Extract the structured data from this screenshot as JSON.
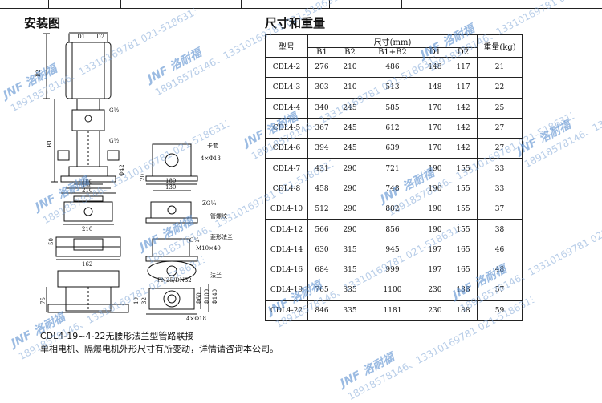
{
  "headings": {
    "installation": "安装图",
    "dimensions": "尺寸和重量"
  },
  "table": {
    "model_header": "型号",
    "size_header": "尺寸(mm)",
    "weight_header": "重量(kg)",
    "columns": [
      "B1",
      "B2",
      "B1+B2",
      "D1",
      "D2"
    ],
    "rows": [
      [
        "CDL4-2",
        "276",
        "210",
        "486",
        "148",
        "117",
        "21"
      ],
      [
        "CDL4-3",
        "303",
        "210",
        "513",
        "148",
        "117",
        "22"
      ],
      [
        "CDL4-4",
        "340",
        "245",
        "585",
        "170",
        "142",
        "25"
      ],
      [
        "CDL4-5",
        "367",
        "245",
        "612",
        "170",
        "142",
        "27"
      ],
      [
        "CDL4-6",
        "394",
        "245",
        "639",
        "170",
        "142",
        "27"
      ],
      [
        "CDL4-7",
        "431",
        "290",
        "721",
        "190",
        "155",
        "33"
      ],
      [
        "CDL4-8",
        "458",
        "290",
        "748",
        "190",
        "155",
        "33"
      ],
      [
        "CDL4-10",
        "512",
        "290",
        "802",
        "190",
        "155",
        "37"
      ],
      [
        "CDL4-12",
        "566",
        "290",
        "856",
        "190",
        "155",
        "38"
      ],
      [
        "CDL4-14",
        "630",
        "315",
        "945",
        "197",
        "165",
        "46"
      ],
      [
        "CDL4-16",
        "684",
        "315",
        "999",
        "197",
        "165",
        "48"
      ],
      [
        "CDL4-19",
        "765",
        "335",
        "1100",
        "230",
        "188",
        "57"
      ],
      [
        "CDL4-22",
        "846",
        "335",
        "1181",
        "230",
        "188",
        "59"
      ]
    ]
  },
  "drawing": {
    "labels": {
      "d1": "D1",
      "d2": "D2",
      "b1": "B1",
      "b2": "B2",
      "g_half_top": "G½",
      "g_half_mid": "G½",
      "w100": "100",
      "w150": "150",
      "w210_top": "210",
      "dia42": "Φ42",
      "h50": "50",
      "w210_mid": "210",
      "w162": "162",
      "h75": "75",
      "w180": "180",
      "w130": "130",
      "h20": "20",
      "holes_4x13": "4×Φ13",
      "zg": "ZG¼",
      "g_quarter": "G¼",
      "m10": "M10×40",
      "pn": "PN25/DN32",
      "holes_4x18": "4×Φ18",
      "dia140": "Φ140",
      "dia100": "Φ100",
      "dia60": "Φ60",
      "w32": "32",
      "w19": "19",
      "note_card": "卡套",
      "note_pipe": "管螺纹",
      "note_diamond": "菱形法兰",
      "note_flange": "法兰"
    }
  },
  "notes": {
    "line1": "CDL4-19~4-22无腰形法兰型管路联接",
    "line2": "单相电机、隔爆电机外形尺寸有所变动，详情请咨询本公司。"
  },
  "watermarks": {
    "logo": "JNF 洛耐福",
    "contact": "18918578146、13310169781 021-51863138、51696806"
  }
}
